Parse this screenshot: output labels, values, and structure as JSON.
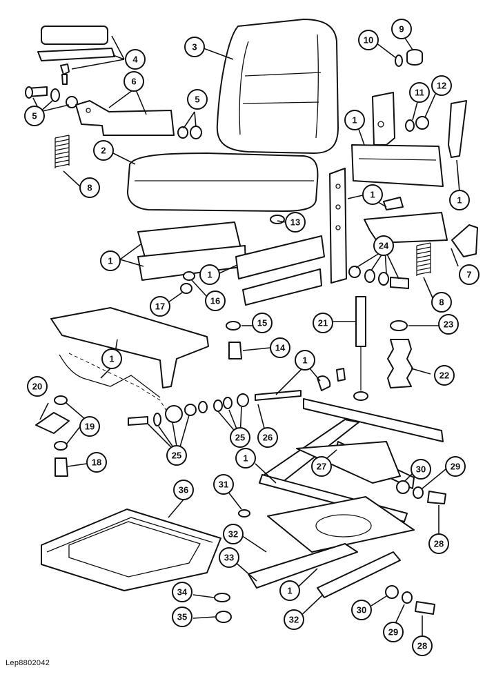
{
  "diagram": {
    "reference_code": "Lep8802042",
    "callouts": [
      {
        "id": "c3",
        "label": "3"
      },
      {
        "id": "c4",
        "label": "4"
      },
      {
        "id": "c5a",
        "label": "5"
      },
      {
        "id": "c5b",
        "label": "5"
      },
      {
        "id": "c6",
        "label": "6"
      },
      {
        "id": "c2",
        "label": "2"
      },
      {
        "id": "c8a",
        "label": "8"
      },
      {
        "id": "c9",
        "label": "9"
      },
      {
        "id": "c10",
        "label": "10"
      },
      {
        "id": "c11",
        "label": "11"
      },
      {
        "id": "c12",
        "label": "12"
      },
      {
        "id": "c1a",
        "label": "1"
      },
      {
        "id": "c1b",
        "label": "1"
      },
      {
        "id": "c1c",
        "label": "1"
      },
      {
        "id": "c1d",
        "label": "1"
      },
      {
        "id": "c1e",
        "label": "1"
      },
      {
        "id": "c13",
        "label": "13"
      },
      {
        "id": "c24",
        "label": "24"
      },
      {
        "id": "c7",
        "label": "7"
      },
      {
        "id": "c8b",
        "label": "8"
      },
      {
        "id": "c17",
        "label": "17"
      },
      {
        "id": "c16",
        "label": "16"
      },
      {
        "id": "c15",
        "label": "15"
      },
      {
        "id": "c21",
        "label": "21"
      },
      {
        "id": "c23",
        "label": "23"
      },
      {
        "id": "c14",
        "label": "14"
      },
      {
        "id": "c1f",
        "label": "1"
      },
      {
        "id": "c1g",
        "label": "1"
      },
      {
        "id": "c22",
        "label": "22"
      },
      {
        "id": "c20",
        "label": "20"
      },
      {
        "id": "c19",
        "label": "19"
      },
      {
        "id": "c25a",
        "label": "25"
      },
      {
        "id": "c25b",
        "label": "25"
      },
      {
        "id": "c26",
        "label": "26"
      },
      {
        "id": "c18",
        "label": "18"
      },
      {
        "id": "c1h",
        "label": "1"
      },
      {
        "id": "c27",
        "label": "27"
      },
      {
        "id": "c30a",
        "label": "30"
      },
      {
        "id": "c29a",
        "label": "29"
      },
      {
        "id": "c36",
        "label": "36"
      },
      {
        "id": "c31",
        "label": "31"
      },
      {
        "id": "c28a",
        "label": "28"
      },
      {
        "id": "c32a",
        "label": "32"
      },
      {
        "id": "c33",
        "label": "33"
      },
      {
        "id": "c1i",
        "label": "1"
      },
      {
        "id": "c34",
        "label": "34"
      },
      {
        "id": "c35",
        "label": "35"
      },
      {
        "id": "c32b",
        "label": "32"
      },
      {
        "id": "c30b",
        "label": "30"
      },
      {
        "id": "c29b",
        "label": "29"
      },
      {
        "id": "c28b",
        "label": "28"
      }
    ]
  }
}
